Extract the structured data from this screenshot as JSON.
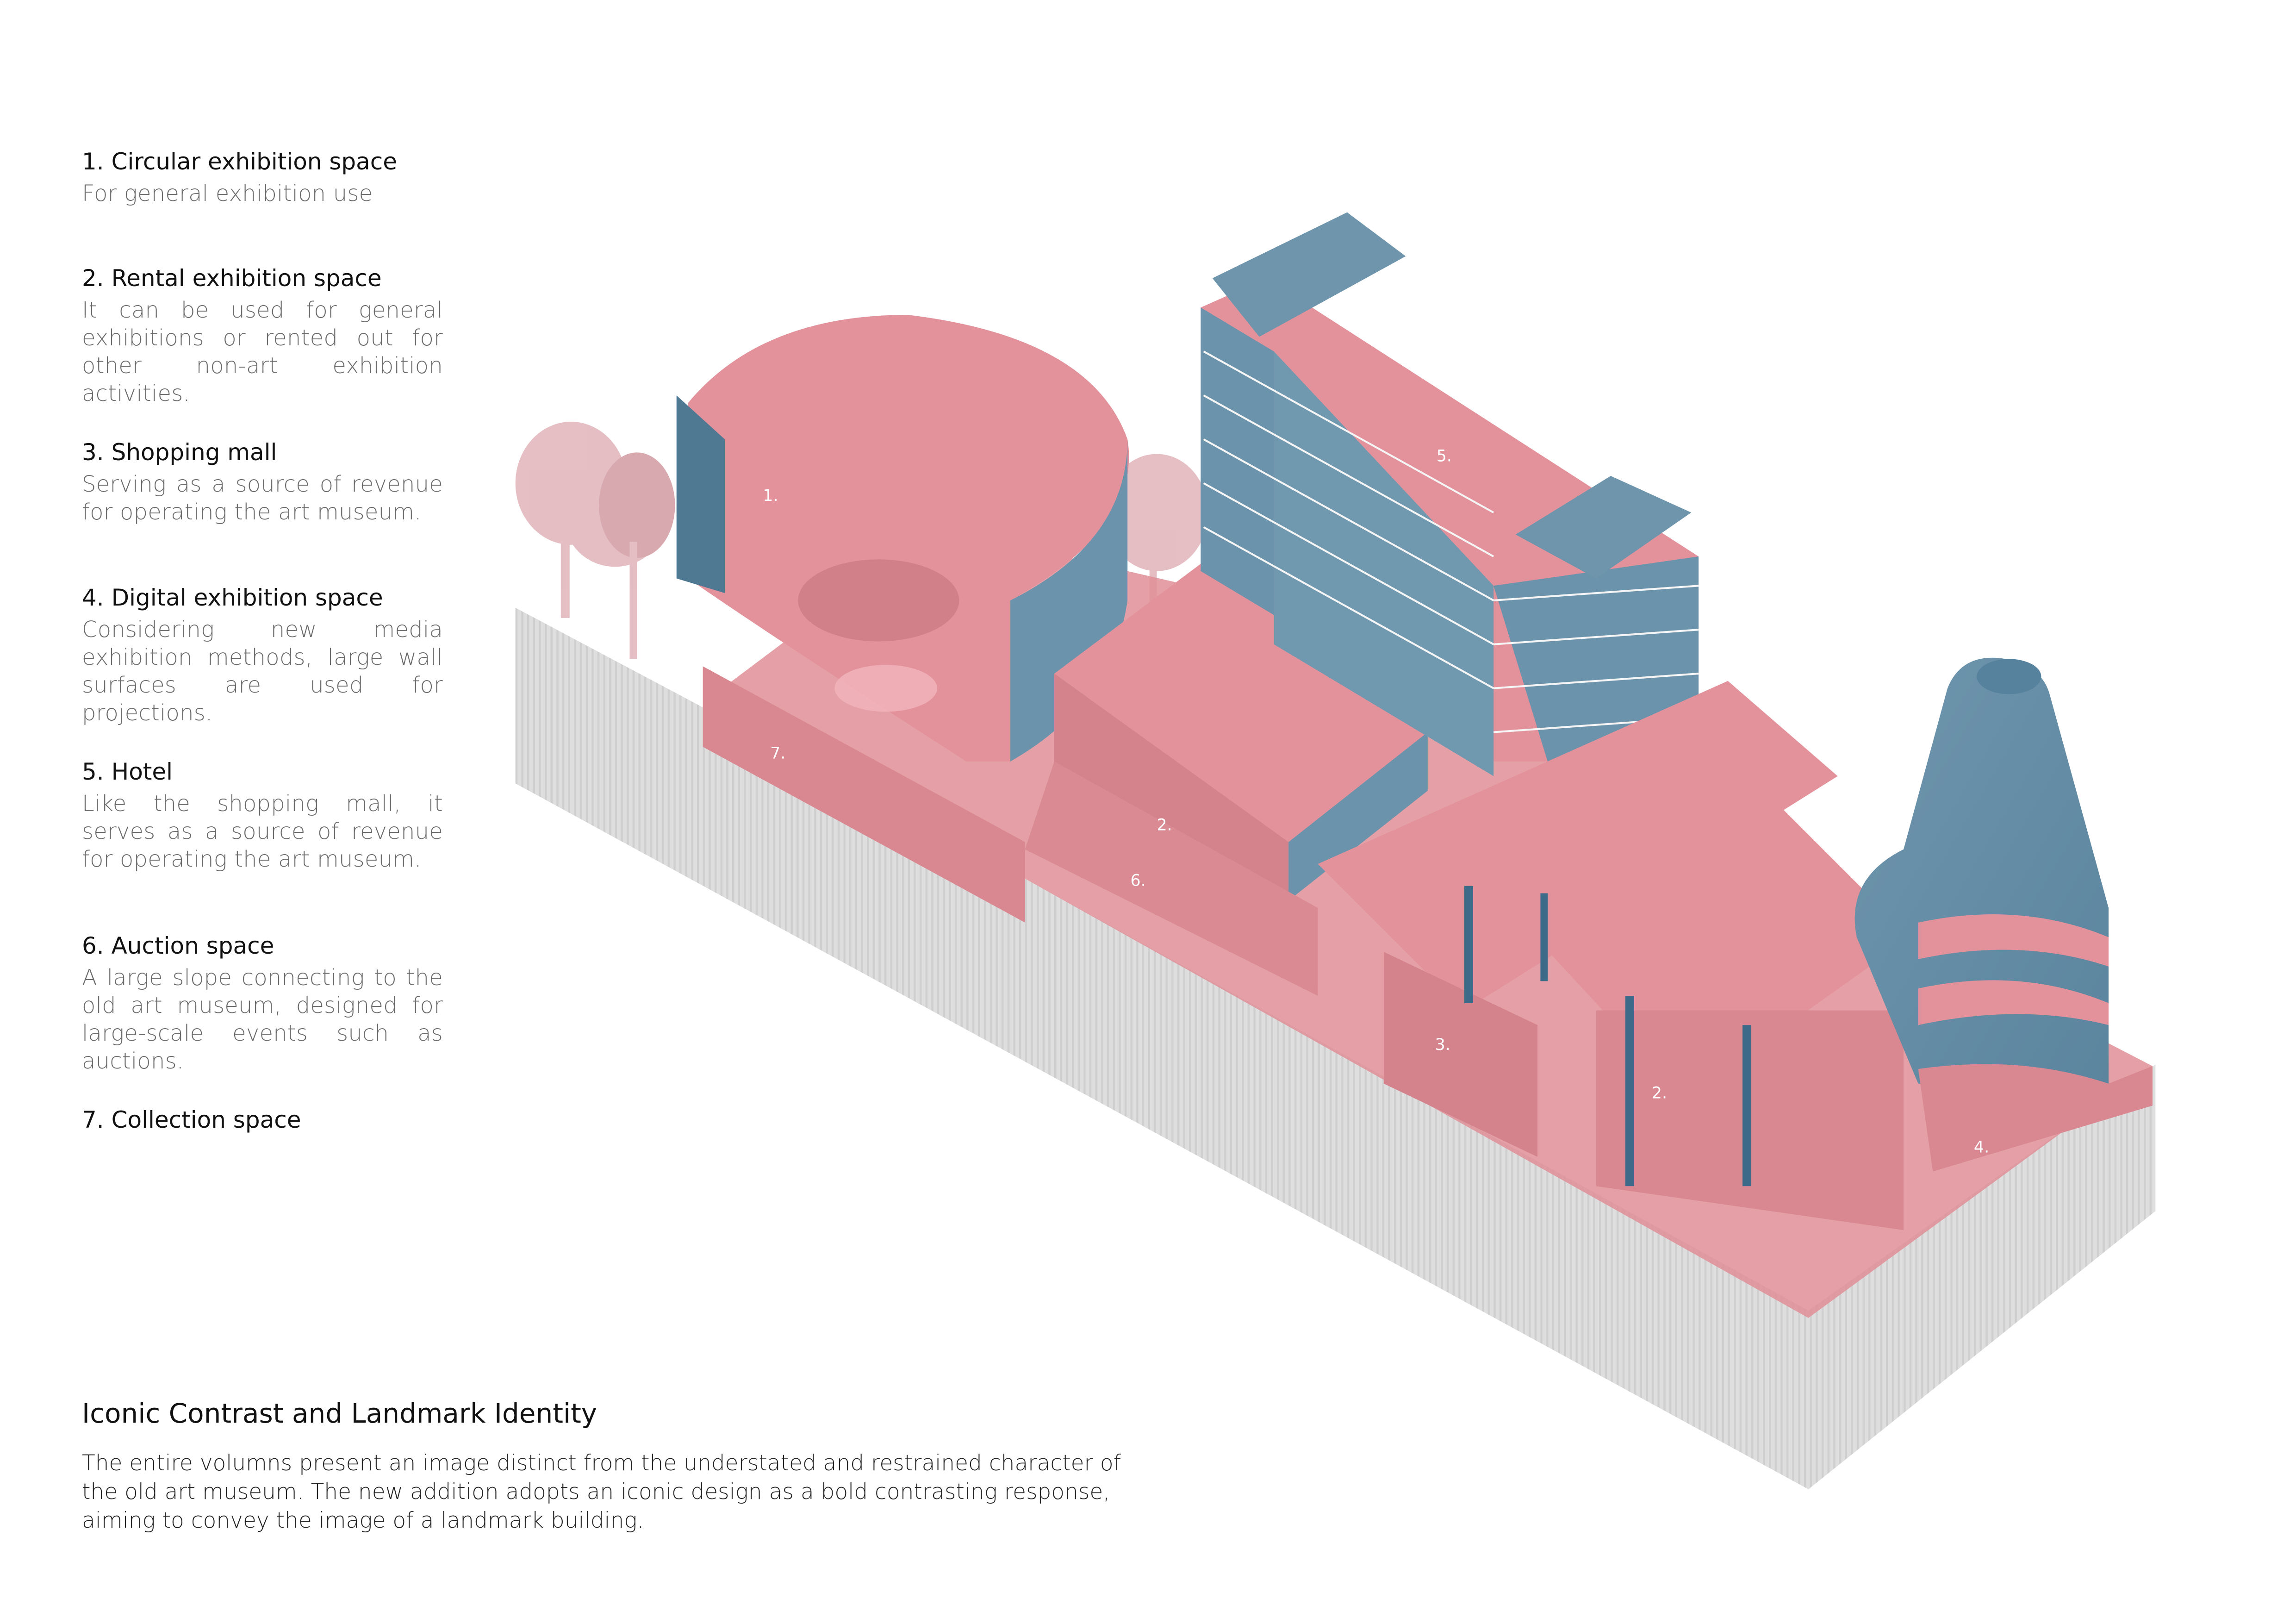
{
  "legend": {
    "items": [
      {
        "title": "1. Circular exhibition space",
        "desc": "For general exhibition use"
      },
      {
        "title": "2. Rental exhibition space",
        "desc": "It can be used for general exhibitions or rented out for other non-art exhibition activities."
      },
      {
        "title": "3. Shopping mall",
        "desc": "Serving as a source of revenue for operating the art museum."
      },
      {
        "title": "4. Digital exhibition space",
        "desc": "Considering new media exhibition methods, large wall surfaces are used for projections."
      },
      {
        "title": "5. Hotel",
        "desc": "Like the shopping mall, it serves as a source of revenue for operating the art museum."
      },
      {
        "title": "6. Auction space",
        "desc": "A large slope connecting to the old art museum, designed for large-scale events such as auctions."
      },
      {
        "title": "7. Collection space",
        "desc": ""
      }
    ]
  },
  "footer": {
    "title": "Iconic Contrast and Landmark Identity",
    "text": "The entire volumns present an image distinct from the understated and restrained character of the old art museum. The new addition adopts an iconic design as a bold contrasting response, aiming to convey the image of a landmark building."
  },
  "diagram": {
    "labels": {
      "l1": "1.",
      "l2a": "2.",
      "l2b": "2.",
      "l3": "3.",
      "l4": "4.",
      "l5": "5.",
      "l6": "6.",
      "l7": "7."
    },
    "colors": {
      "floor_pink": "#e3929b",
      "floor_pink_dark": "#c97780",
      "wall_blue": "#6c93aa",
      "wall_blue_dark": "#3d6a88",
      "ground_gray": "#dcdcdc",
      "tree_pink": "#e0b3b8"
    }
  }
}
